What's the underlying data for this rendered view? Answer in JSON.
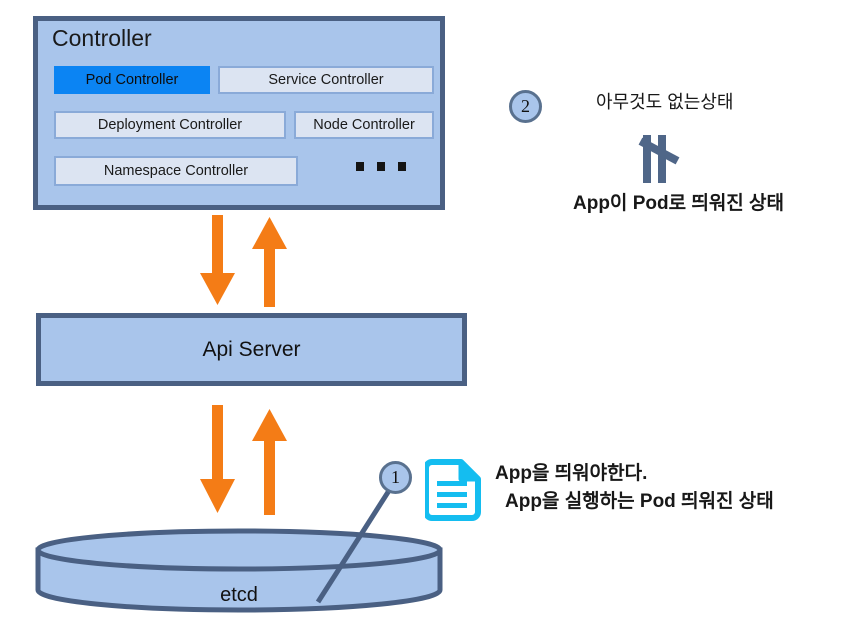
{
  "diagram": {
    "title": "Kubernetes Controller / Api Server / etcd flow",
    "colors": {
      "box_fill": "#a9c5eb",
      "box_border": "#4a6083",
      "chip_fill": "#dce4f2",
      "chip_border": "#8aaad8",
      "accent_chip": "#0b84f3",
      "arrow_orange": "#f47c16",
      "doc_icon_cyan": "#14bdf0",
      "badge_fill": "#a9c5eb",
      "badge_border": "#59718f",
      "glyph_slate": "#4f6688",
      "text": "#181818"
    },
    "controller": {
      "title": "Controller",
      "chips": [
        {
          "label": "Pod Controller",
          "highlighted": true
        },
        {
          "label": "Service Controller",
          "highlighted": false
        },
        {
          "label": "Deployment Controller",
          "highlighted": false
        },
        {
          "label": "Node Controller",
          "highlighted": false
        },
        {
          "label": "Namespace Controller",
          "highlighted": false
        }
      ],
      "ellipsis": "..."
    },
    "api_server": {
      "label": "Api Server"
    },
    "etcd": {
      "label": "etcd"
    },
    "arrows": {
      "controller_to_api_down": "down-arrow",
      "api_to_controller_up": "up-arrow",
      "api_to_etcd_down": "down-arrow",
      "etcd_to_api_up": "up-arrow"
    },
    "annotations": {
      "badge_one": "1",
      "badge_two": "2",
      "doc_icon": "document-icon",
      "step_one_line1": "App을 띄워야한다.",
      "step_one_line2": "App을 실행하는 Pod 띄워진 상태",
      "step_two_line1": "아무것도 없는상태",
      "step_two_glyph": "down-arrow-glyph",
      "step_two_line2": "App이 Pod로 띄워진 상태"
    }
  }
}
